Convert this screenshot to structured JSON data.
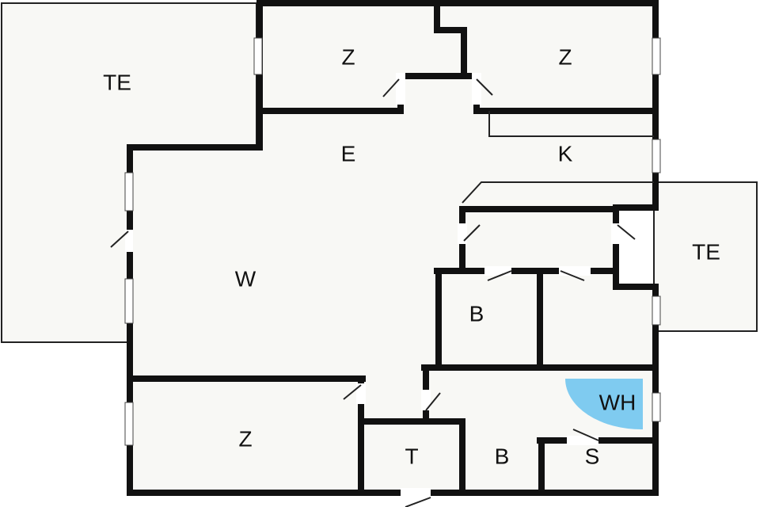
{
  "floor_plan": {
    "colors": {
      "background": "#ffffff",
      "floor": "#f8f8f5",
      "wall": "#111111",
      "shower": "#7fcbf0"
    },
    "rooms": {
      "terrace_left": "TE",
      "bedroom_top_left": "Z",
      "bedroom_top_right": "Z",
      "hall": "E",
      "kitchen": "K",
      "living": "W",
      "terrace_right": "TE",
      "bathroom_mid": "B",
      "shower": "WH",
      "bedroom_bottom": "Z",
      "toilet": "T",
      "bathroom_bottom": "B",
      "storage": "S"
    }
  }
}
